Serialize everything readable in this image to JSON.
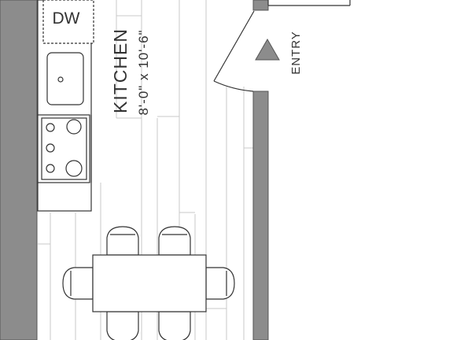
{
  "rooms": {
    "kitchen": {
      "name": "KITCHEN",
      "dimensions": "8'-0\" x 10'-6\""
    },
    "entry": {
      "name": "ENTRY"
    }
  },
  "fixtures": {
    "dishwasher": {
      "label": "DW"
    },
    "dining": {
      "chair_count": 6
    }
  },
  "colors": {
    "wall": "#8c8c8c",
    "line": "#333333",
    "floor_lines": "#c8c8c8",
    "background": "#ffffff"
  },
  "icons": {
    "entry_marker": "triangle-up-icon"
  }
}
